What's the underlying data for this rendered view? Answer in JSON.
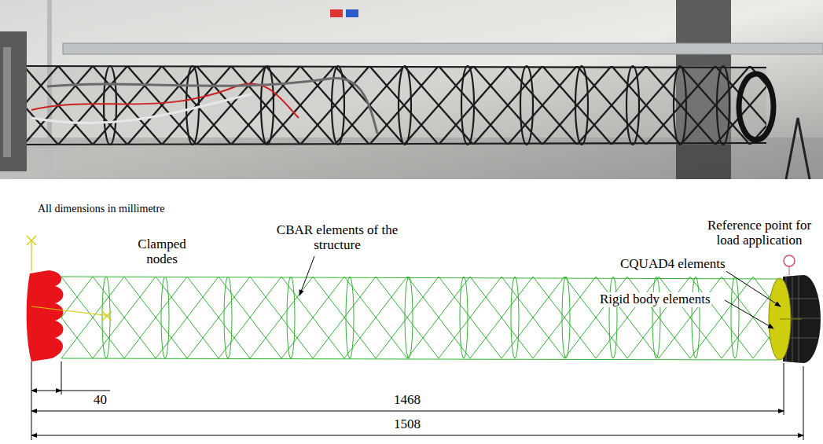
{
  "diagram": {
    "labels": [
      "All dimensions in millimetre",
      "CBAR elements of the structure",
      "Clamped nodes",
      "Reference point for load application",
      "CQUAD4 elements",
      "Rigid body elements",
      "40",
      "1468",
      "1508"
    ]
  }
}
